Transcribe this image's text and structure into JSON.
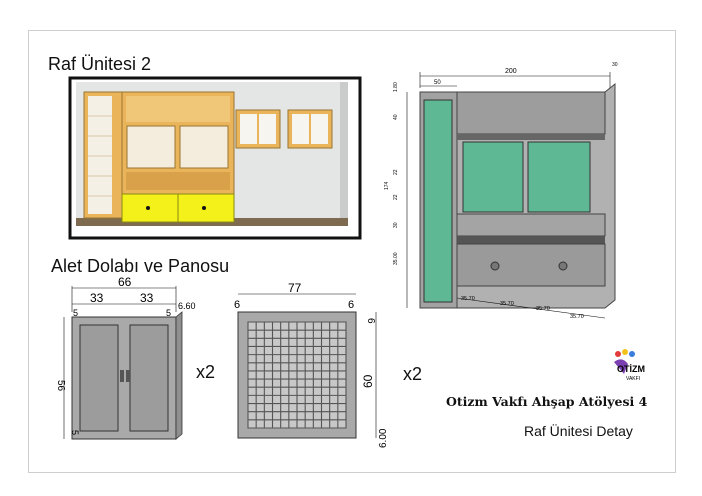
{
  "titles": {
    "shelf_unit": "Raf Ünitesi 2",
    "tool_cabinet": "Alet Dolabı ve Panosu",
    "workshop": "Otizm Vakfı Ahşap Atölyesi 4",
    "detail": "Raf Ünitesi Detay"
  },
  "logo": {
    "name": "OTİZM",
    "sub": "VAKFI"
  },
  "multipliers": {
    "cabinet": "x2",
    "panel": "x2"
  },
  "cabinet_dims": {
    "total_width": "66",
    "left_width": "33",
    "right_width": "33",
    "depth": "6.60",
    "height": "56",
    "top_border_left": "5",
    "top_border_right": "5",
    "bottom_border": "5"
  },
  "panel_dims": {
    "total_width": "77",
    "left_margin": "6",
    "right_margin": "6",
    "top_margin": "6",
    "height": "60",
    "bottom_margin": "6.00"
  },
  "shelf_dims": {
    "total_width": "200",
    "depth": "30",
    "column_width": "50",
    "h1": "1.80",
    "h2": "40",
    "h3": "22",
    "h4": "22",
    "h5": "30",
    "h6": "35.00",
    "total_height": "174",
    "bottom_cell_1": "35.70",
    "bottom_cell_2": "35.70",
    "bottom_cell_3": "35.70",
    "bottom_cell_4": "35.70"
  },
  "colors": {
    "wood": "#e9b45a",
    "yellow": "#f3f01a",
    "glass_green": "#5fb894",
    "cabinet_grey": "#a9a9a9",
    "wall": "#e3e6e4"
  }
}
